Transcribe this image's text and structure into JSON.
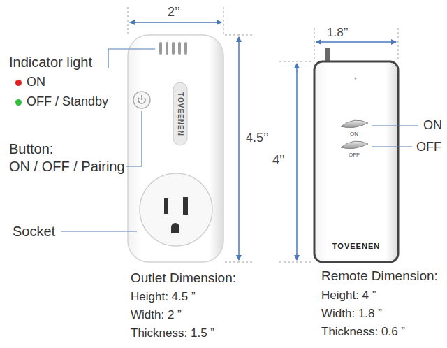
{
  "diagram": {
    "nodes": [
      {
        "text": [
          "TOVEENEN"
        ]
      },
      {
        "text": [
          "TOVEENEN"
        ]
      },
      {
        "text": [
          "ON"
        ],
        "in": 1
      },
      {
        "text": [
          "OFF"
        ],
        "in": 1
      }
    ],
    "labels": [
      "2’’",
      "Indicator light",
      "Button:",
      "ON / OFF / Pairing",
      "Socket",
      "4.5’’",
      "Outlet Dimension:",
      "Height: 4.5 ”",
      "Width:  2 ”",
      "Thickness: 1.5 ”",
      "1.8’’",
      "4’’",
      "ON",
      "OFF",
      "Remote Dimension:",
      "Height: 4 ”",
      "Width: 1.8 ”",
      "Thickness: 0.6 ”"
    ],
    "legend": [
      {
        "text": "ON",
        "color": "#e02424"
      },
      {
        "text": "OFF / Standby",
        "color": "#2fbf3a"
      }
    ]
  }
}
